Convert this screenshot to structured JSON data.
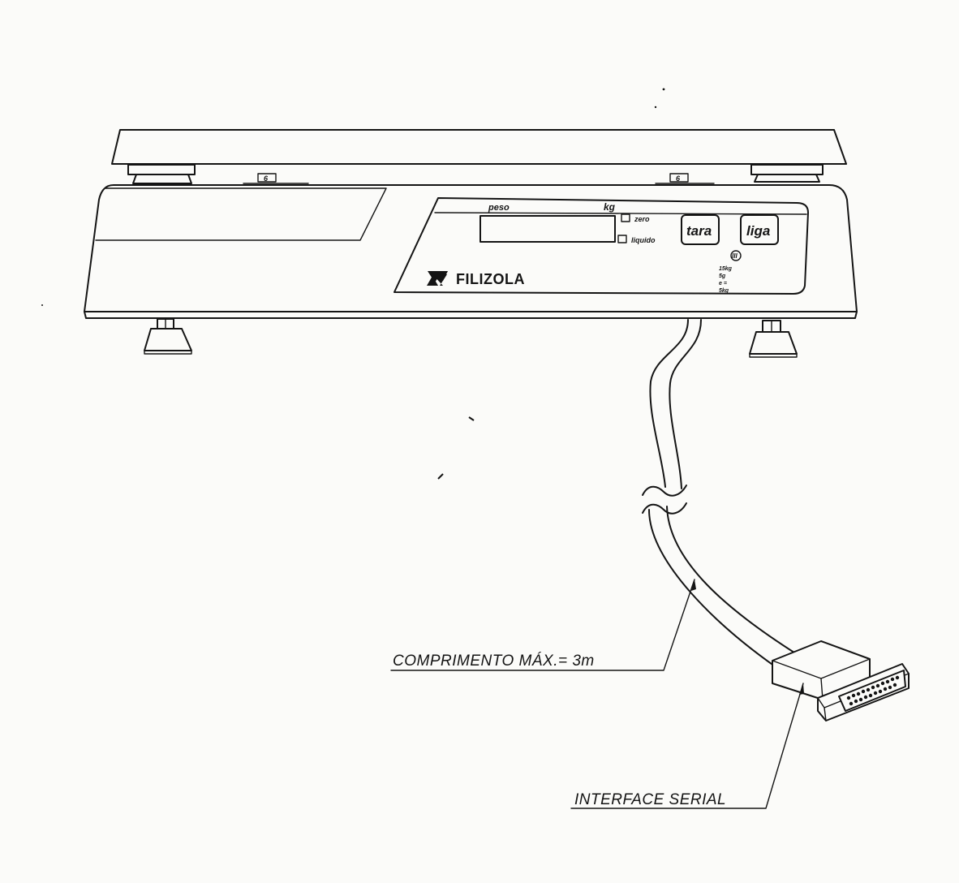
{
  "scale": {
    "brand": "FILIZOLA",
    "display_label_left": "peso",
    "display_label_unit": "kg",
    "indicator_zero": "zero",
    "indicator_stable": "liquido",
    "key_tare": "tara",
    "key_power": "liga",
    "accuracy_class": "III",
    "spec_lines": [
      "15kg",
      "5g",
      "e =",
      "5kg"
    ],
    "foot_tag_left": "6",
    "foot_tag_right": "6"
  },
  "callouts": {
    "cable_length": "COMPRIMENTO MÁX.= 3m",
    "connector": "INTERFACE SERIAL"
  }
}
